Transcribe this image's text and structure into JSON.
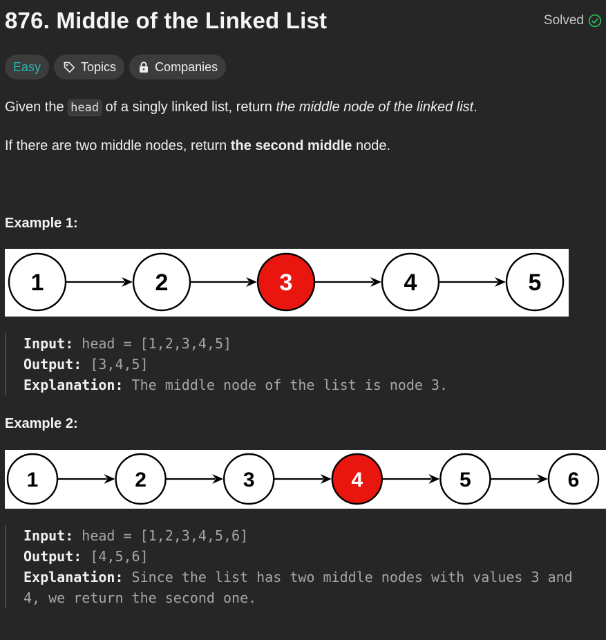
{
  "problem": {
    "title": "876. Middle of the Linked List",
    "status": "Solved",
    "status_color": "#2cbb5d",
    "tags": [
      {
        "label": "Easy",
        "icon": ""
      },
      {
        "label": "Topics",
        "icon": "tag-icon"
      },
      {
        "label": "Companies",
        "icon": "lock-icon"
      }
    ],
    "description": {
      "p1": {
        "a": "Given the ",
        "code": "head",
        "b": " of a singly linked list, return ",
        "em": "the middle node of the linked list",
        "c": "."
      },
      "p2": {
        "a": "If there are two middle nodes, return ",
        "strong": "the second middle",
        "b": " node."
      }
    }
  },
  "examples": [
    {
      "title": "Example 1:",
      "nodes": [
        "1",
        "2",
        "3",
        "4",
        "5"
      ],
      "highlight_index": 2,
      "input_label": "Input:",
      "input_value": " head = [1,2,3,4,5]",
      "output_label": "Output:",
      "output_value": " [3,4,5]",
      "explanation_label": "Explanation:",
      "explanation_lines": [
        " The middle node of the list is node 3."
      ]
    },
    {
      "title": "Example 2:",
      "nodes": [
        "1",
        "2",
        "3",
        "4",
        "5",
        "6"
      ],
      "highlight_index": 3,
      "input_label": "Input:",
      "input_value": " head = [1,2,3,4,5,6]",
      "output_label": "Output:",
      "output_value": " [4,5,6]",
      "explanation_label": "Explanation:",
      "explanation_lines": [
        " Since the list has two middle nodes with values 3 and",
        "4, we return the second one."
      ]
    }
  ],
  "colors": {
    "highlight_node": "#e8160f",
    "easy": "#2bb8b0"
  }
}
